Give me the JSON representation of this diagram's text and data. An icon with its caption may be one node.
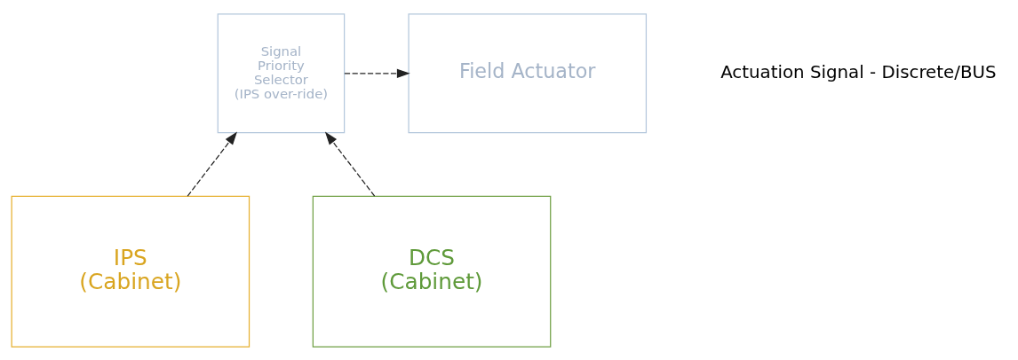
{
  "diagram": {
    "nodes": [
      {
        "text": [
          "Signal Priority Selector (IPS over-ride)"
        ]
      },
      {
        "text": [
          "Field Actuator"
        ]
      },
      {
        "text": [
          "IPS (Cabinet)"
        ]
      },
      {
        "text": [
          "DCS (Cabinet)"
        ]
      }
    ],
    "edges": [
      {
        "from": 2,
        "to": 0,
        "arrow": "to"
      },
      {
        "from": 3,
        "to": 0,
        "arrow": "to"
      },
      {
        "from": 0,
        "to": 1,
        "arrow": "to"
      }
    ],
    "legend": [
      {
        "text": "Actuation Signal - Discrete/BUS"
      }
    ]
  }
}
